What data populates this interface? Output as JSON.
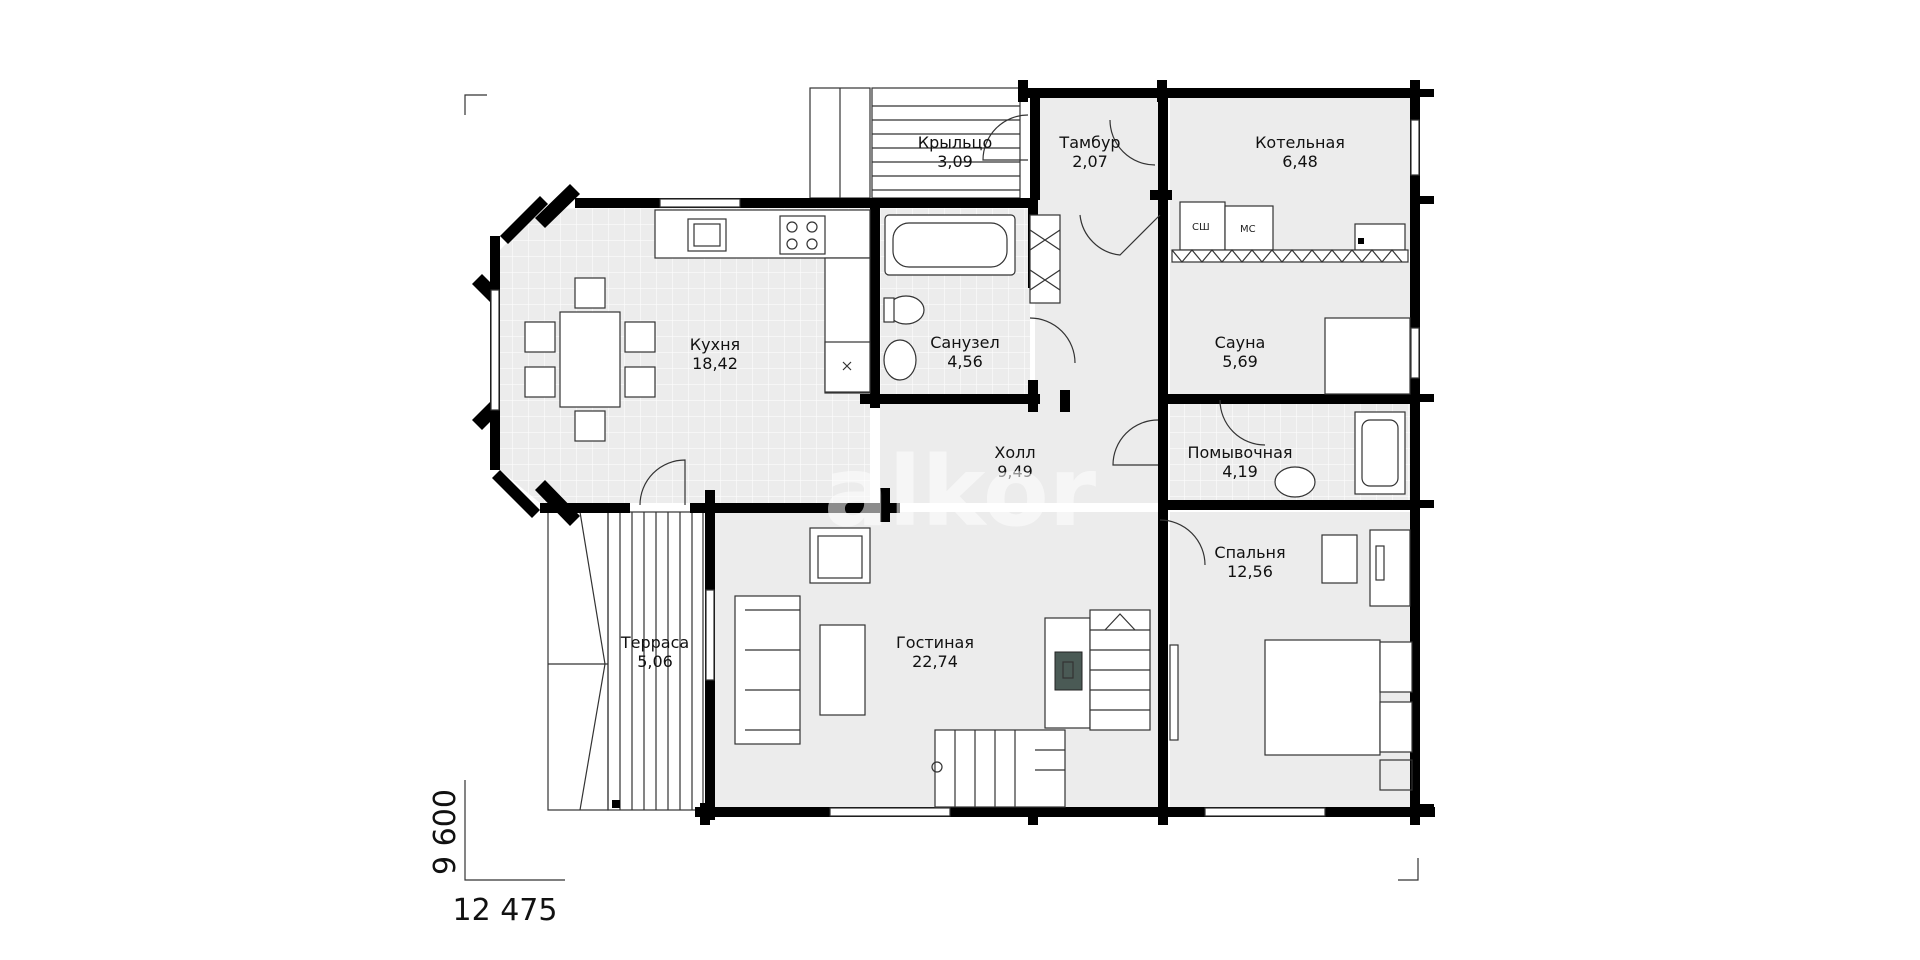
{
  "rooms": {
    "porch": {
      "name": "Крыльцо",
      "area": "3,09"
    },
    "vestibule": {
      "name": "Тамбур",
      "area": "2,07"
    },
    "boiler": {
      "name": "Котельная",
      "area": "6,48"
    },
    "kitchen": {
      "name": "Кухня",
      "area": "18,42"
    },
    "bathroom": {
      "name": "Санузел",
      "area": "4,56"
    },
    "sauna": {
      "name": "Сауна",
      "area": "5,69"
    },
    "hall": {
      "name": "Холл",
      "area": "9,49"
    },
    "washroom": {
      "name": "Помывочная",
      "area": "4,19"
    },
    "bedroom": {
      "name": "Спальня",
      "area": "12,56"
    },
    "terrace": {
      "name": "Терраса",
      "area": "5,06"
    },
    "living": {
      "name": "Гостиная",
      "area": "22,74"
    }
  },
  "appliances": {
    "dishwasher": "СШ",
    "washer": "МС"
  },
  "dimensions": {
    "height": "9 600",
    "width": "12 475"
  },
  "watermark": "alkor",
  "colors": {
    "wall": "#000000",
    "floor": "#ececec",
    "stove": "#4a5a55"
  }
}
